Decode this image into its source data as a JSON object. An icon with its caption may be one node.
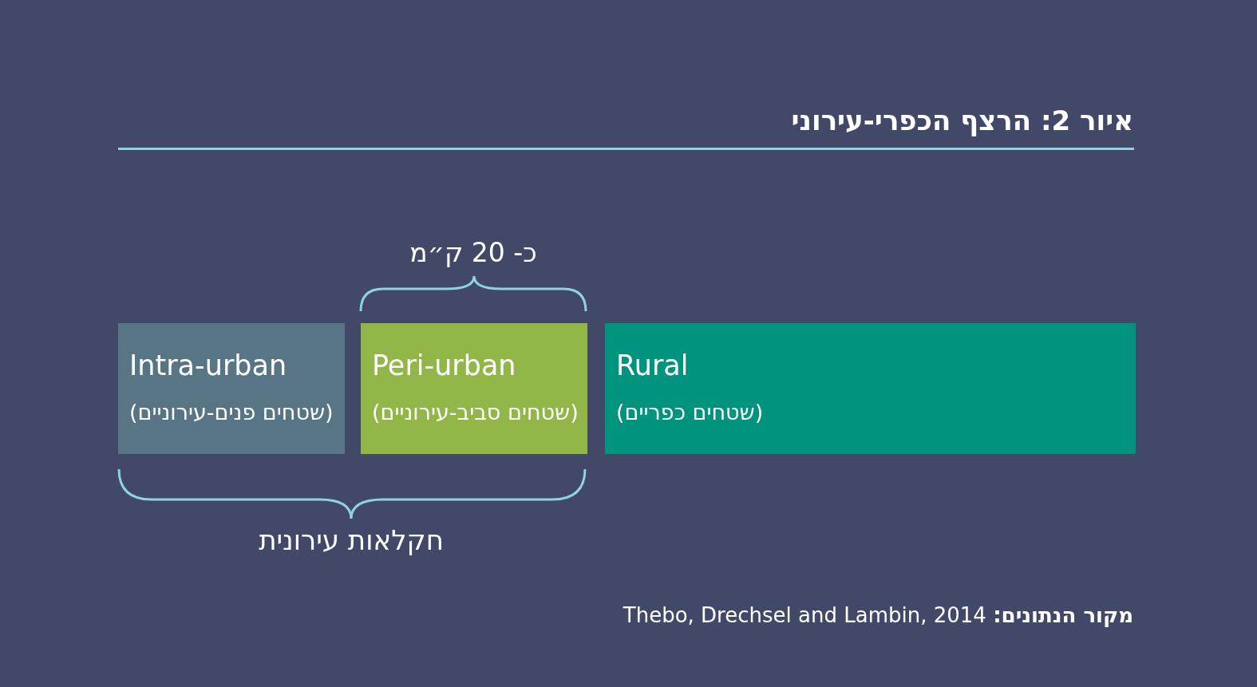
{
  "diagram": {
    "title": "איור 2: הרצף הכפרי-עירוני",
    "nodes": [
      {
        "text": [
          "Intra-urban",
          "(שטחים פנים-עירוניים)"
        ]
      },
      {
        "text": [
          "Peri-urban",
          "(שטחים סביב-עירוניים)"
        ]
      },
      {
        "text": [
          "Rural",
          "(שטחים כפריים)"
        ]
      }
    ],
    "labels": [
      "כ- 20 ק״מ",
      "חקלאות עירונית"
    ],
    "caption": "**מקור הנתונים:** Thebo, Drechsel and Lambin, 2014"
  }
}
